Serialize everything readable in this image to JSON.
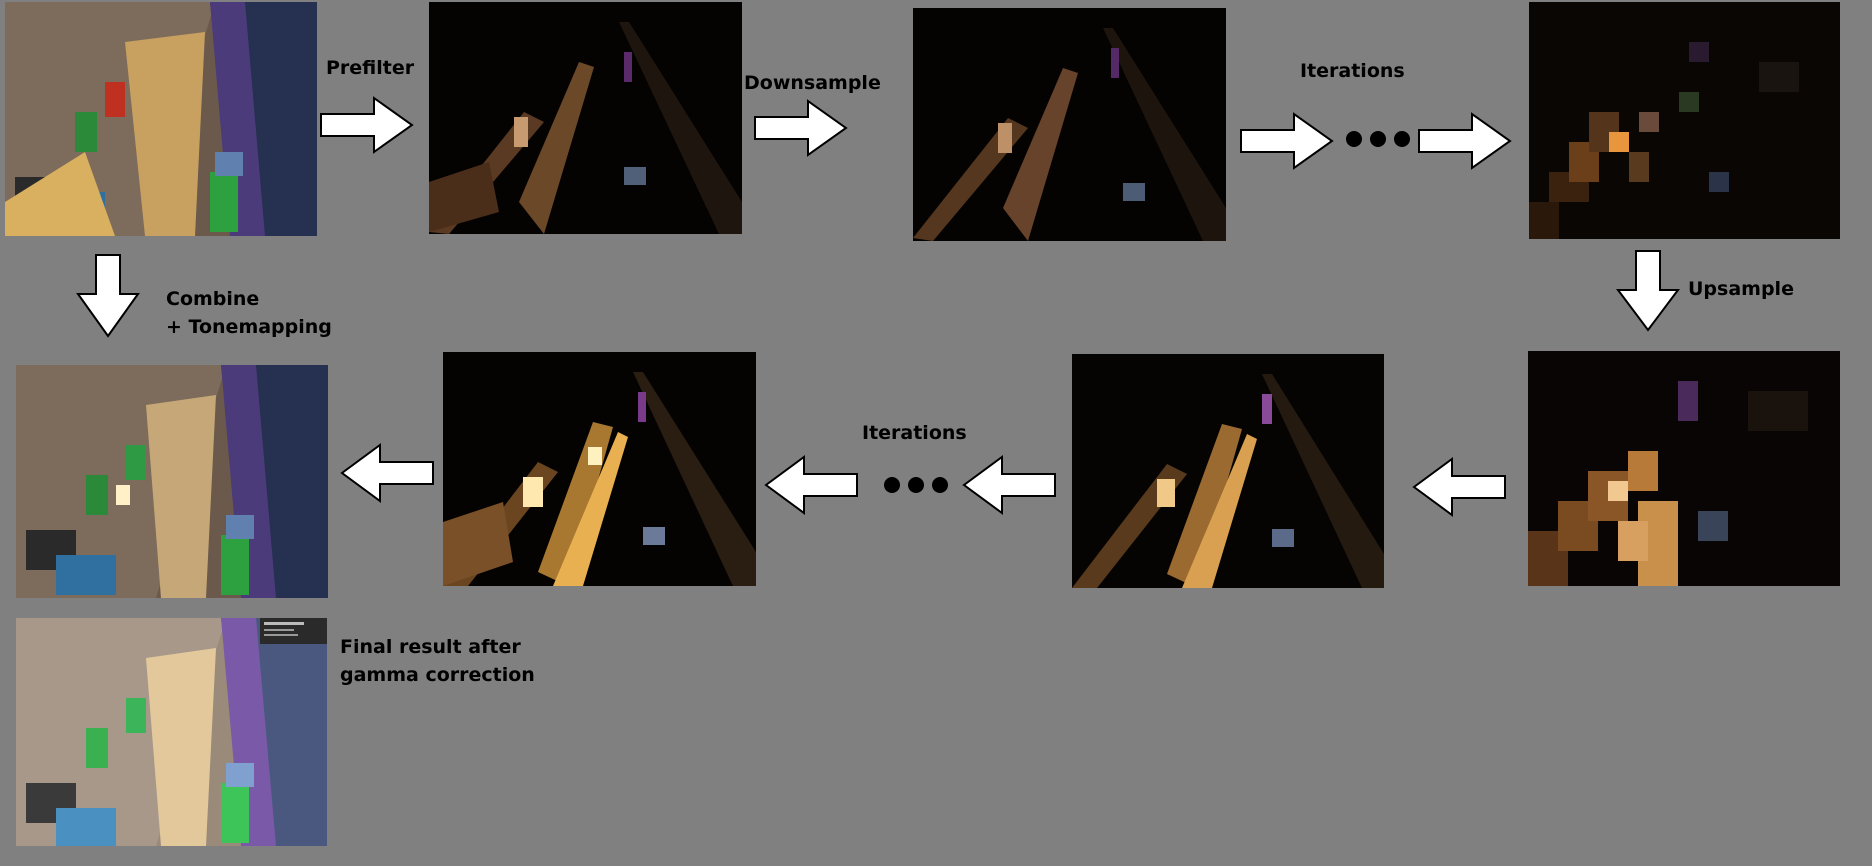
{
  "labels": {
    "prefilter": "Prefilter",
    "downsample": "Downsample",
    "iterations_top": "Iterations",
    "upsample": "Upsample",
    "iterations_bottom": "Iterations",
    "combine_line1": "Combine",
    "combine_line2": "+ Tonemapping",
    "final_line1": "Final result after",
    "final_line2": "gamma correction"
  },
  "colors": {
    "background": "#808080",
    "dark_panel": "#000000",
    "bloom_orange": "#e8962e",
    "wall_blue": "#3a4a78",
    "stone": "#8a7a6a"
  },
  "icons": {
    "arrow": "arrow-outline-icon",
    "ellipsis": "ellipsis-dots-icon"
  }
}
